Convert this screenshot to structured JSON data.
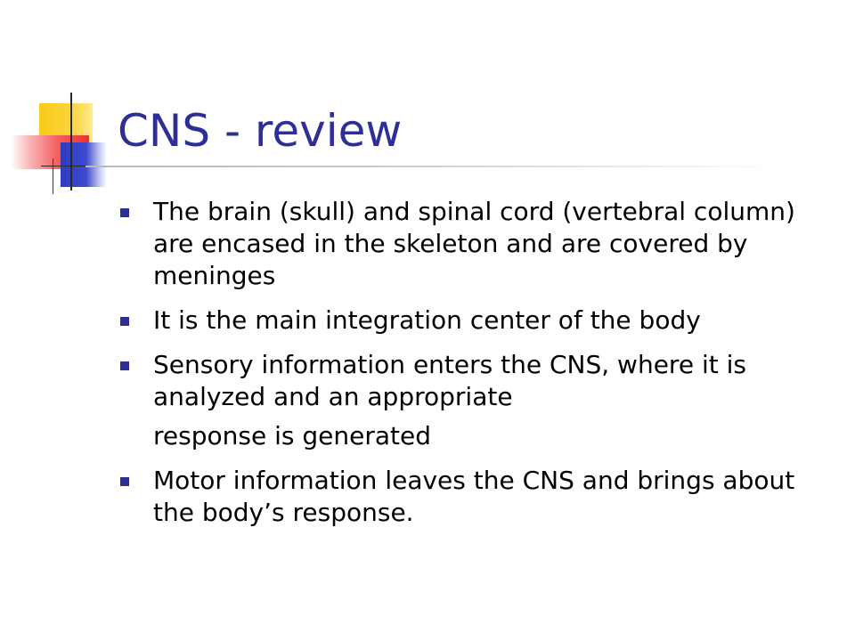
{
  "slide": {
    "title": "CNS - review",
    "bullets": [
      "The brain (skull) and spinal cord (vertebral column) are encased in the skeleton and are covered by meninges",
      "It is the main integration center of the body",
      "Sensory information enters the CNS, where it is analyzed and an appropriate",
      "Motor information leaves the CNS and brings about the body’s response."
    ],
    "continuation": "response is generated"
  },
  "colors": {
    "title": "#2d2f97",
    "bullet": "#2d2f97",
    "text": "#000000",
    "deco_yellow": "#f8cc1c",
    "deco_red": "#ee2f2f",
    "deco_blue": "#2e3cbf"
  },
  "icons": [
    "square-bullet-icon",
    "logo-squares"
  ]
}
